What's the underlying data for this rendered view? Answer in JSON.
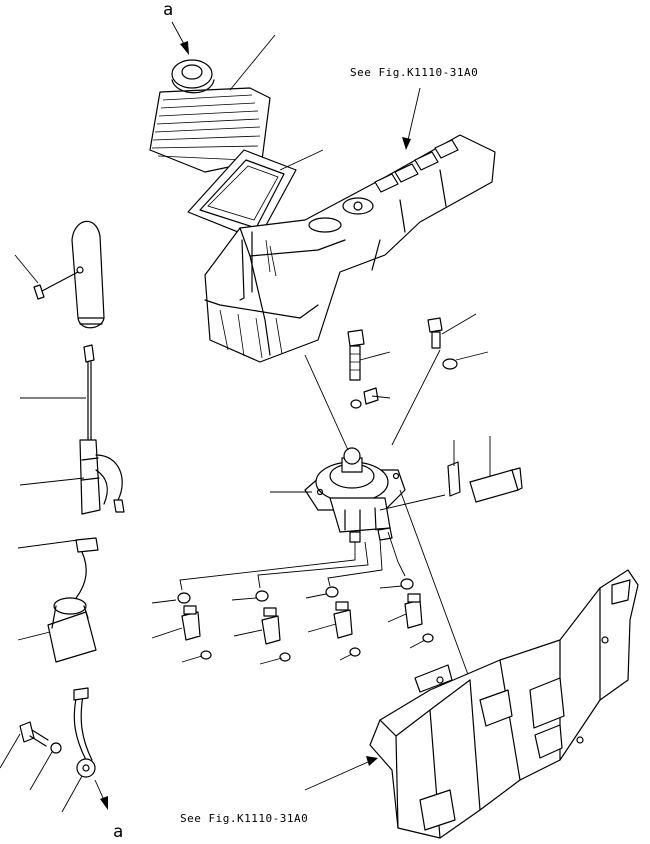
{
  "diagram": {
    "reference_top": "See Fig.K1110-31A0",
    "reference_bottom": "See Fig.K1110-31A0",
    "callout_top": "a",
    "callout_bottom": "a"
  }
}
